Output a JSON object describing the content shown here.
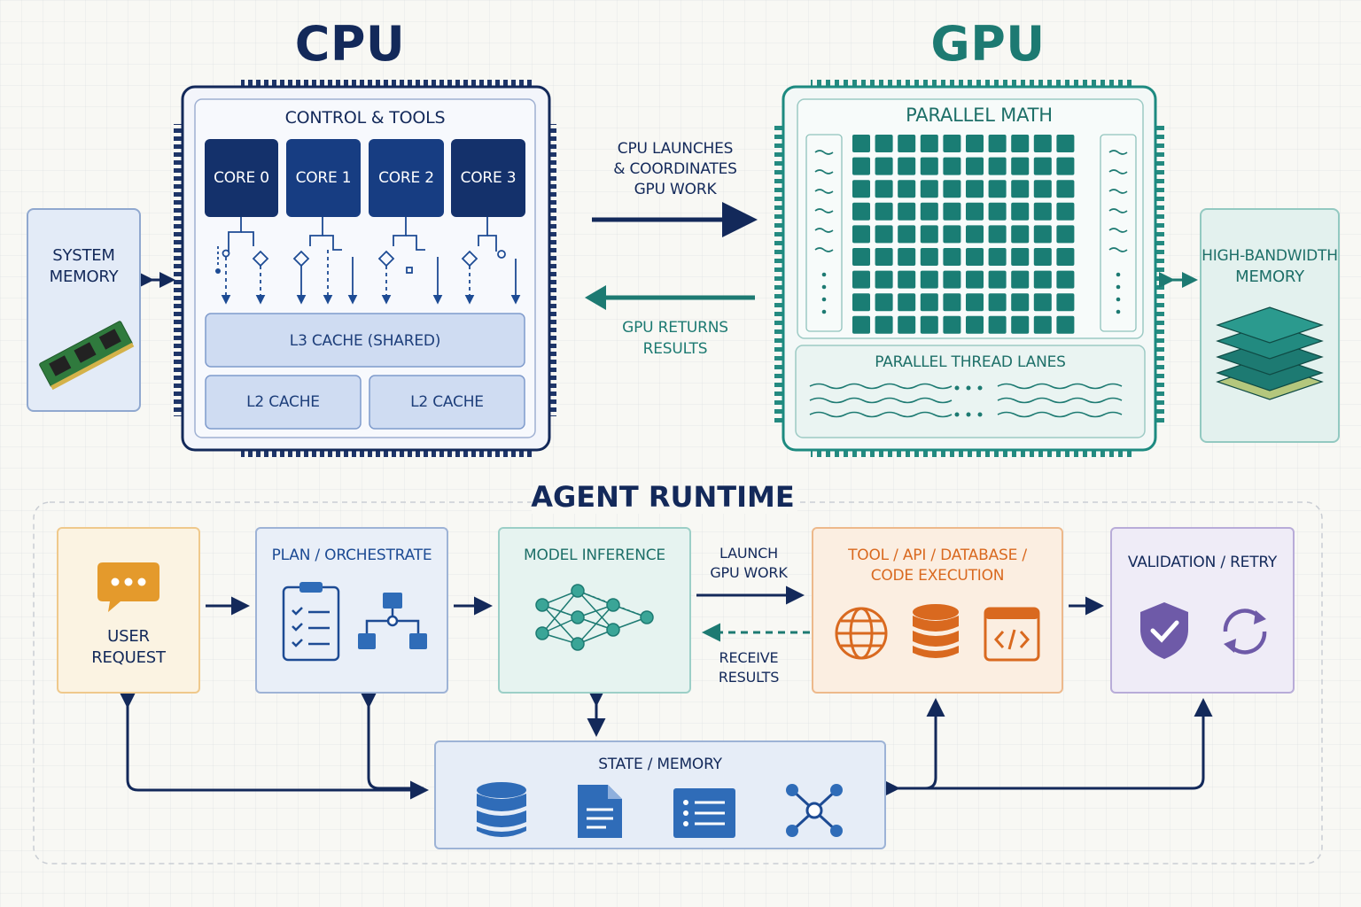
{
  "cpu": {
    "title": "CPU",
    "control_label": "CONTROL & TOOLS",
    "cores": [
      "CORE 0",
      "CORE 1",
      "CORE 2",
      "CORE 3"
    ],
    "l3_cache": "L3 CACHE (SHARED)",
    "l2_caches": [
      "L2 CACHE",
      "L2 CACHE"
    ]
  },
  "system_memory": {
    "label_line1": "SYSTEM",
    "label_line2": "MEMORY"
  },
  "gpu": {
    "title": "GPU",
    "parallel_math": "PARALLEL MATH",
    "thread_lanes": "PARALLEL THREAD LANES"
  },
  "hbm": {
    "label_line1": "HIGH-BANDWIDTH",
    "label_line2": "MEMORY"
  },
  "cpu_gpu_links": {
    "launch_line1": "CPU LAUNCHES",
    "launch_line2": "& COORDINATES",
    "launch_line3": "GPU WORK",
    "return_line1": "GPU RETURNS",
    "return_line2": "RESULTS"
  },
  "runtime": {
    "title": "AGENT RUNTIME",
    "user_request": {
      "line1": "USER",
      "line2": "REQUEST"
    },
    "plan": "PLAN / ORCHESTRATE",
    "inference": "MODEL INFERENCE",
    "launch_line1": "LAUNCH",
    "launch_line2": "GPU WORK",
    "receive_line1": "RECEIVE",
    "receive_line2": "RESULTS",
    "tools_line1": "TOOL / API / DATABASE /",
    "tools_line2": "CODE EXECUTION",
    "validation": "VALIDATION / RETRY",
    "state": "STATE / MEMORY"
  },
  "colors": {
    "cpu_navy": "#13295a",
    "cpu_blue": "#1d4b94",
    "gpu_teal": "#1d7a72",
    "user_orange": "#e49a2c",
    "tools_orange": "#d9691f",
    "validation_purple": "#6e5aa8",
    "state_blue": "#2f6cb8"
  }
}
